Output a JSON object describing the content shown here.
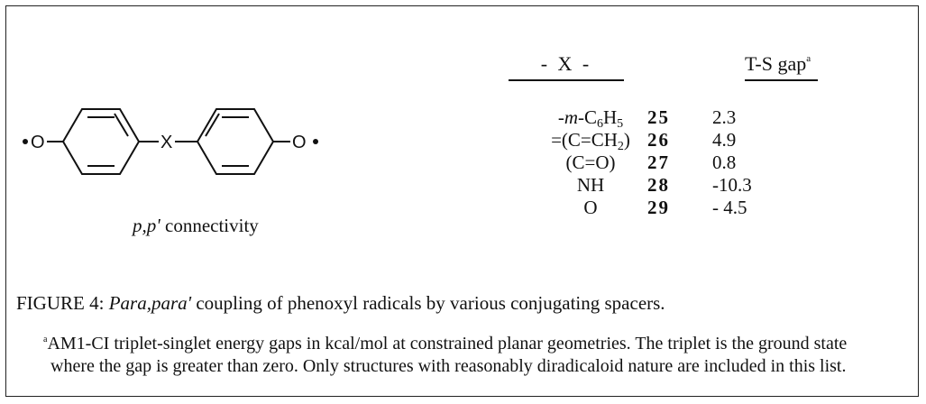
{
  "structure": {
    "left_group": "O",
    "center_group": "X",
    "right_group": "O",
    "connectivity_prefix": "p,p'",
    "connectivity_text": "connectivity"
  },
  "table": {
    "header_x": "- X -",
    "header_gap": "T-S gap",
    "header_gap_note": "a",
    "rows": [
      {
        "x_pre": "-",
        "x_it": "m",
        "x_mid": "-C",
        "x_sub1": "6",
        "x_mid2": "H",
        "x_sub2": "5",
        "x_post": "",
        "number": "25",
        "gap": "2.3"
      },
      {
        "x_pre": "=(C=CH",
        "x_it": "",
        "x_mid": "",
        "x_sub1": "2",
        "x_mid2": ")",
        "x_sub2": "",
        "x_post": "",
        "number": "26",
        "gap": "4.9"
      },
      {
        "x_pre": "(C=O)",
        "x_it": "",
        "x_mid": "",
        "x_sub1": "",
        "x_mid2": "",
        "x_sub2": "",
        "x_post": "",
        "number": "27",
        "gap": "0.8"
      },
      {
        "x_pre": "NH",
        "x_it": "",
        "x_mid": "",
        "x_sub1": "",
        "x_mid2": "",
        "x_sub2": "",
        "x_post": "",
        "number": "28",
        "gap": "-10.3"
      },
      {
        "x_pre": "O",
        "x_it": "",
        "x_mid": "",
        "x_sub1": "",
        "x_mid2": "",
        "x_sub2": "",
        "x_post": "",
        "number": "29",
        "gap": "- 4.5"
      }
    ]
  },
  "figure_caption": {
    "label": "FIGURE 4:",
    "italic": "Para,para'",
    "rest": "coupling of phenoxyl radicals by various conjugating spacers."
  },
  "footnote": {
    "marker": "a",
    "text": "AM1-CI triplet-singlet energy gaps in kcal/mol at constrained planar geometries. The triplet is the ground state where the gap is greater than zero. Only structures with reasonably diradicaloid nature are included in this list."
  }
}
